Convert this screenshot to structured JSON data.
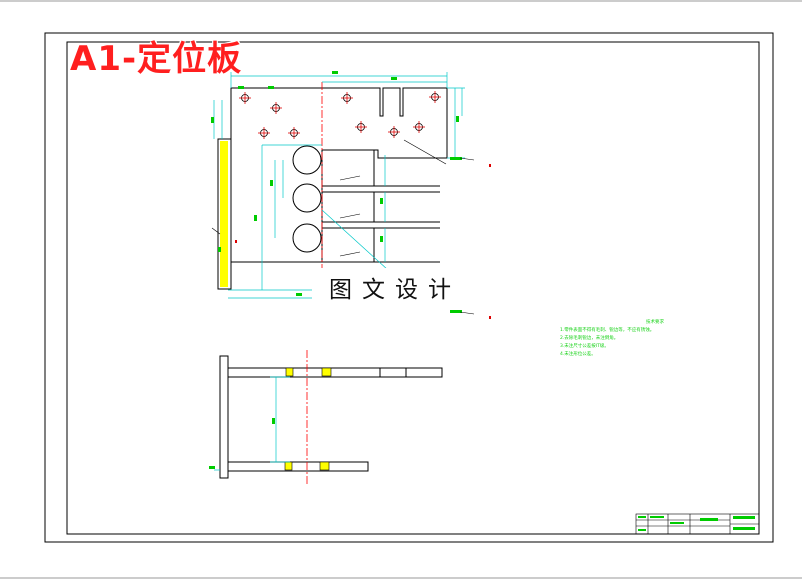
{
  "drawing": {
    "title": "A1-定位板",
    "watermark": "图文设计"
  },
  "technical_requirements": {
    "heading": "技术要求",
    "lines": [
      "1.零件表面不得有毛刺、锐边等，不应有锈蚀。",
      "2.去除毛刺锐边，未注倒角。",
      "3.未注尺寸公差按IT级。",
      "4.未注形位公差。"
    ]
  },
  "colors": {
    "outline": "#000000",
    "dimension": "#00c8c8",
    "centerline": "#ff0000",
    "hatch_fill": "#ffff00",
    "text_green": "#00cc00",
    "title_red": "#ff1f1f"
  }
}
